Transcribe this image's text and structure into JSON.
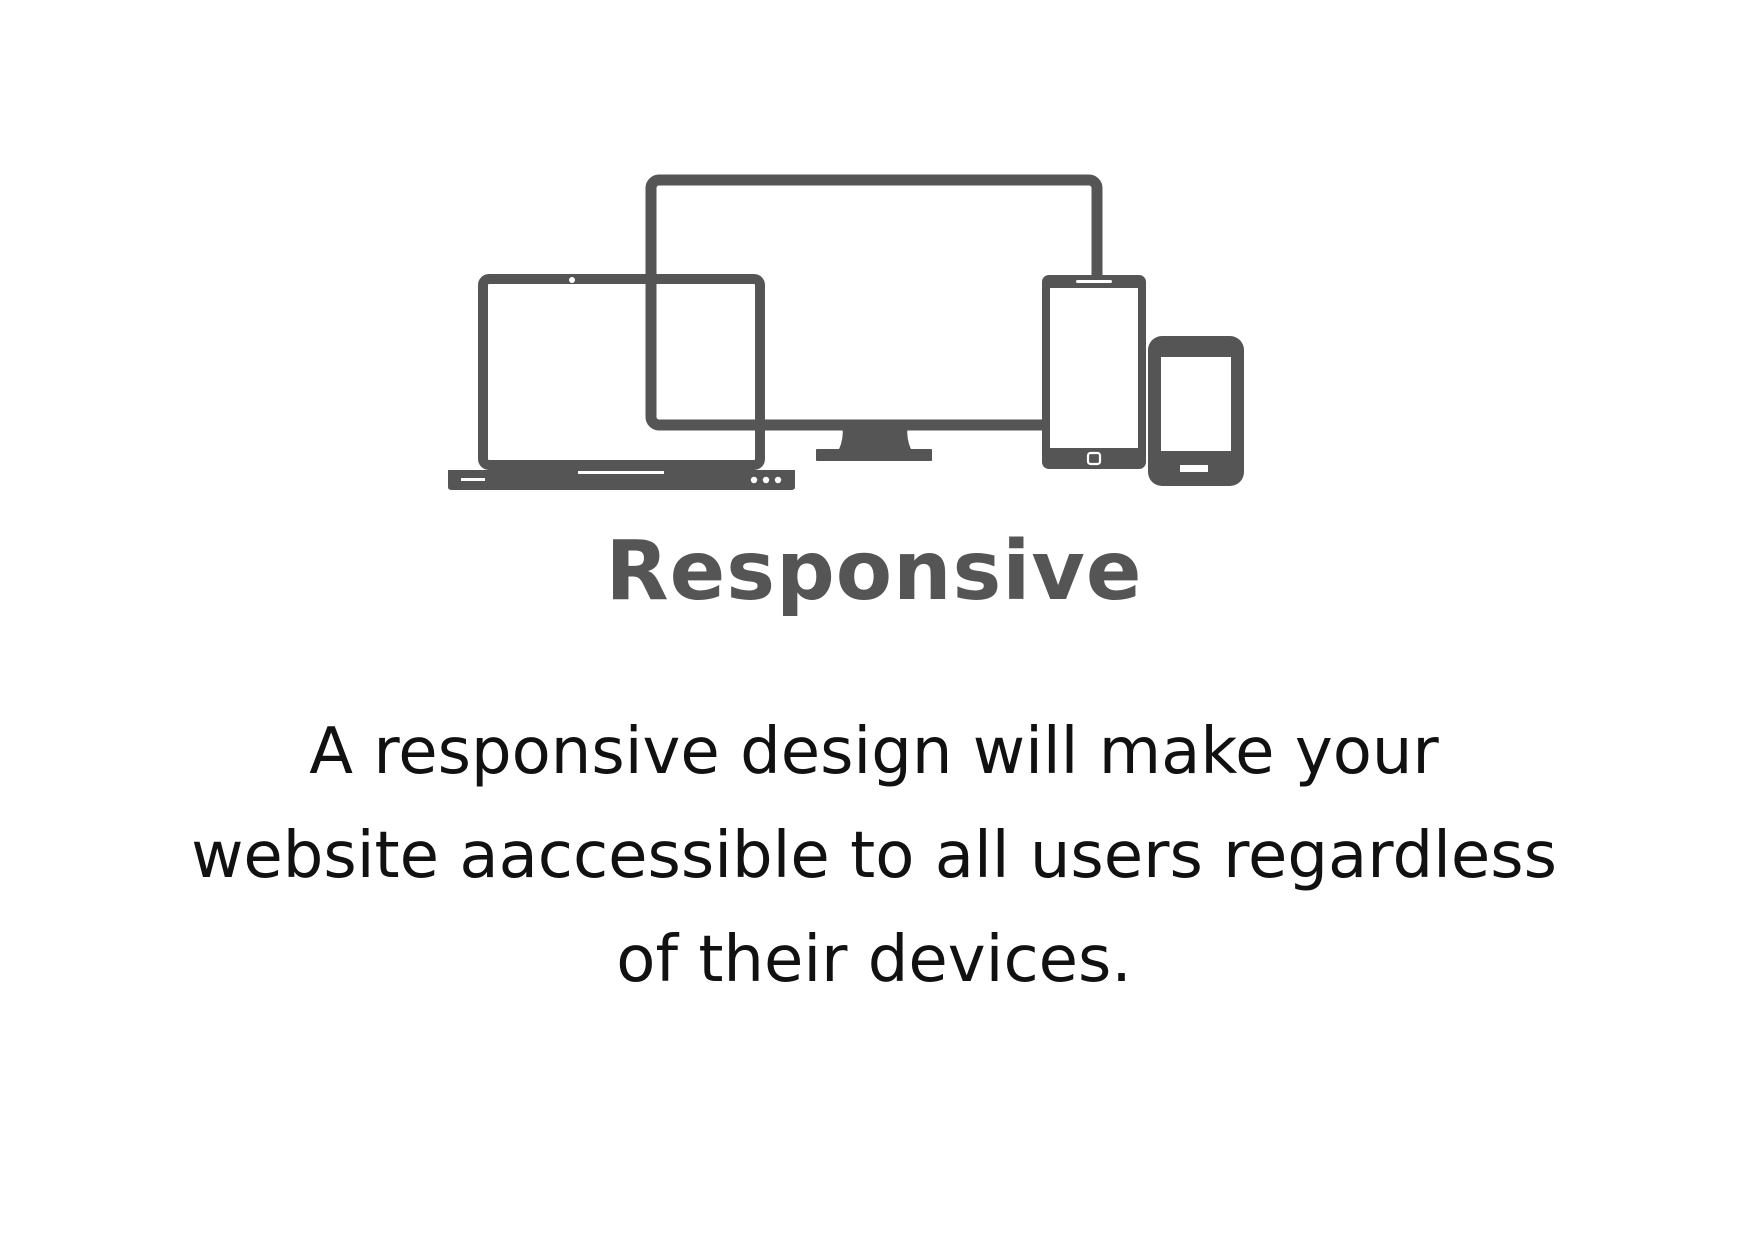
{
  "graphic": {
    "icon": "responsive-devices-icon",
    "devices": [
      "laptop-icon",
      "desktop-monitor-icon",
      "tablet-icon",
      "phone-icon"
    ],
    "color": "#555555"
  },
  "title": {
    "text": "Responsive",
    "color": "#555555"
  },
  "description": {
    "lines": [
      "A responsive design will make your",
      "website aaccessible to all users regardless",
      "of their devices."
    ],
    "color": "#111111"
  },
  "background": "#ffffff"
}
